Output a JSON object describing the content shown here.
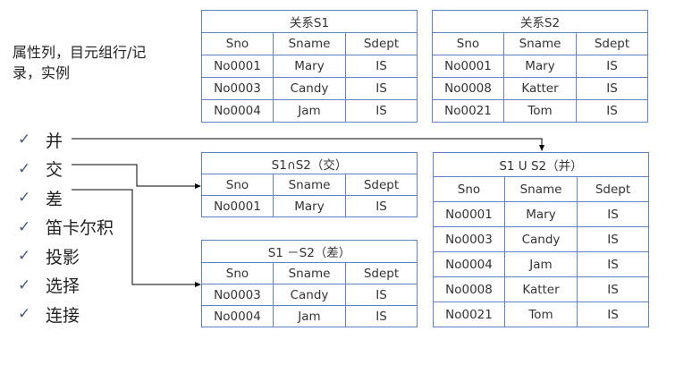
{
  "intro_text": "属性列，目元组行/记录，实例",
  "operations": [
    "并",
    "交",
    "差",
    "笛卡尔积",
    "投影",
    "选择",
    "连接"
  ],
  "columns": [
    "Sno",
    "Sname",
    "Sdept"
  ],
  "tables": {
    "s1": {
      "title": "关系S1",
      "rows": [
        [
          "No0001",
          "Mary",
          "IS"
        ],
        [
          "No0003",
          "Candy",
          "IS"
        ],
        [
          "No0004",
          "Jam",
          "IS"
        ]
      ]
    },
    "s2": {
      "title": "关系S2",
      "rows": [
        [
          "No0001",
          "Mary",
          "IS"
        ],
        [
          "No0008",
          "Katter",
          "IS"
        ],
        [
          "No0021",
          "Tom",
          "IS"
        ]
      ]
    },
    "intersection": {
      "title": "S1∩S2（交）",
      "rows": [
        [
          "No0001",
          "Mary",
          "IS"
        ]
      ]
    },
    "difference": {
      "title": "S1 －S2（差）",
      "rows": [
        [
          "No0003",
          "Candy",
          "IS"
        ],
        [
          "No0004",
          "Jam",
          "IS"
        ]
      ]
    },
    "union": {
      "title": "S1 U S2（并）",
      "rows": [
        [
          "No0001",
          "Mary",
          "IS"
        ],
        [
          "No0003",
          "Candy",
          "IS"
        ],
        [
          "No0004",
          "Jam",
          "IS"
        ],
        [
          "No0008",
          "Katter",
          "IS"
        ],
        [
          "No0021",
          "Tom",
          "IS"
        ]
      ]
    }
  },
  "colors": {
    "border": "#5e80c4",
    "arrow": "#000000",
    "check": "#4a5a78"
  }
}
